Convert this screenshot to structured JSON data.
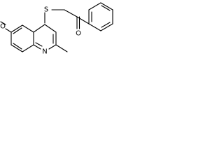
{
  "molecule": {
    "atoms": {
      "sulfur": "S",
      "carbonyl_oxygen": "O",
      "ether_oxygen": "O",
      "ring_nitrogen": "N"
    }
  }
}
